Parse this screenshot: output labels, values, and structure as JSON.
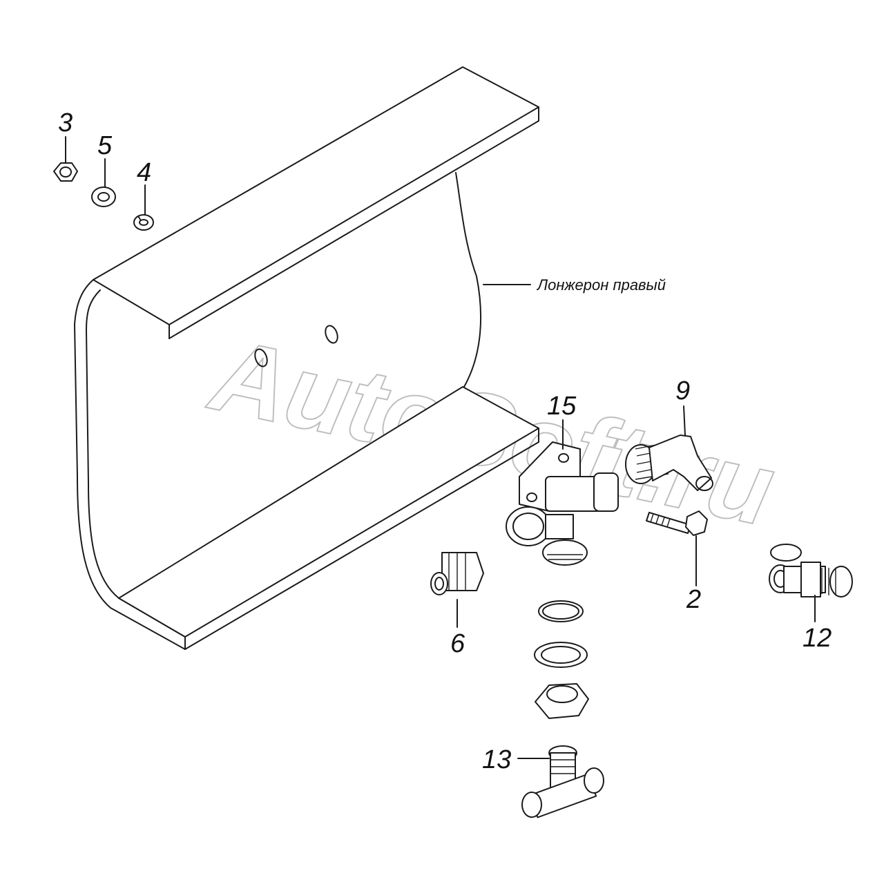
{
  "title": "",
  "callouts": {
    "c3": "3",
    "c5": "5",
    "c4": "4",
    "c15": "15",
    "c9": "9",
    "c2": "2",
    "c6": "6",
    "c12": "12",
    "c13": "13"
  },
  "caption": "Лонжерон правый",
  "watermark": "AutoSoft.ru"
}
